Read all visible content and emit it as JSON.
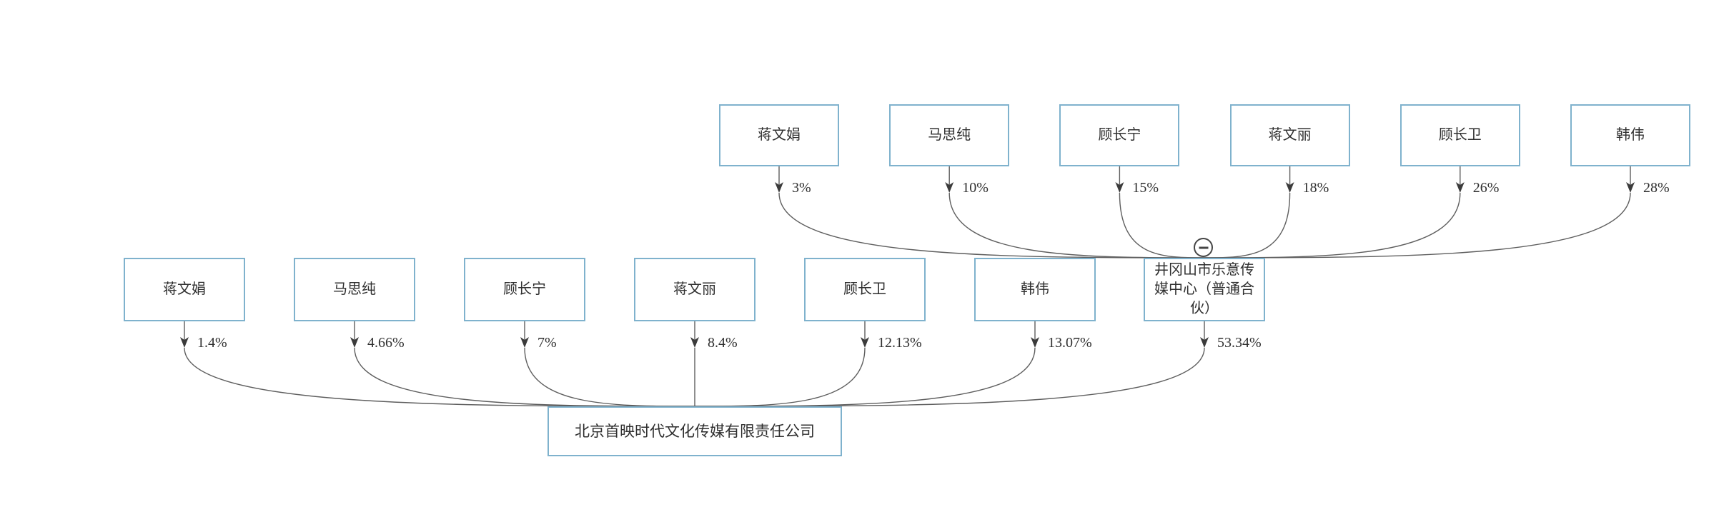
{
  "diagram": {
    "bottom_company": {
      "name": "北京首映时代文化传媒有限责任公司"
    },
    "partnership": {
      "name": "井冈山市乐意传媒中心（普通合伙）",
      "name_lines": [
        "井冈山市乐意传",
        "媒中心（普通合",
        "伙）"
      ],
      "stake_in_bottom_company": "53.34%",
      "collapse_icon": "minus-circle-icon"
    },
    "partnership_partners": [
      {
        "name": "蒋文娟",
        "stake": "3%"
      },
      {
        "name": "马思纯",
        "stake": "10%"
      },
      {
        "name": "顾长宁",
        "stake": "15%"
      },
      {
        "name": "蒋文丽",
        "stake": "18%"
      },
      {
        "name": "顾长卫",
        "stake": "26%"
      },
      {
        "name": "韩伟",
        "stake": "28%"
      }
    ],
    "direct_shareholders": [
      {
        "name": "蒋文娟",
        "stake": "1.4%"
      },
      {
        "name": "马思纯",
        "stake": "4.66%"
      },
      {
        "name": "顾长宁",
        "stake": "7%"
      },
      {
        "name": "蒋文丽",
        "stake": "8.4%"
      },
      {
        "name": "顾长卫",
        "stake": "12.13%"
      },
      {
        "name": "韩伟",
        "stake": "13.07%"
      }
    ],
    "colors": {
      "node_border": "#7fb2cd",
      "node_background": "#ffffff",
      "edge_line": "#5e5e5e",
      "arrowhead": "#3b3b3b",
      "text": "#2f2f2f",
      "background": "#ffffff"
    }
  }
}
